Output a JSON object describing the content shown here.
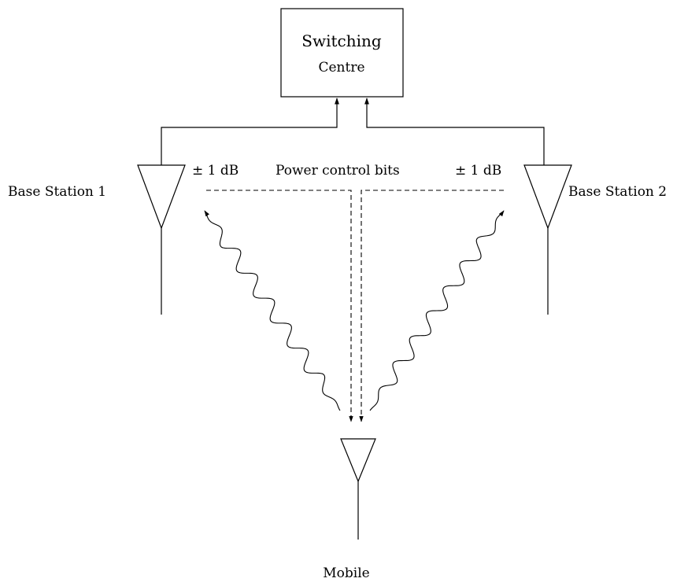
{
  "switching_centre": {
    "line1": "Switching",
    "line2": "Centre"
  },
  "base_station_1": {
    "label": "Base Station 1"
  },
  "base_station_2": {
    "label": "Base Station 2"
  },
  "mobile": {
    "label": "Mobile"
  },
  "power_control": {
    "left_step": "± 1 dB",
    "label": "Power control bits",
    "right_step": "± 1 dB"
  }
}
